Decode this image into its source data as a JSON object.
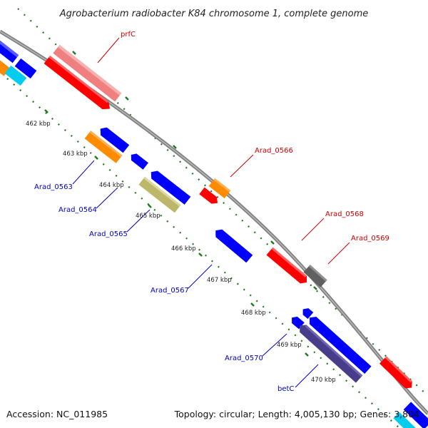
{
  "title": "Agrobacterium radiobacter K84 chromosome 1, complete genome",
  "footer": {
    "accession": "Accession: NC_011985",
    "summary": "Topology: circular; Length: 4,005,130 bp; Genes: 3,804"
  },
  "scale_labels": [
    "462 kbp",
    "463 kbp",
    "464 kbp",
    "465 kbp",
    "466 kbp",
    "467 kbp",
    "468 kbp",
    "469 kbp",
    "470 kbp"
  ],
  "gene_labels": {
    "prfC": "prfC",
    "Arad_0563": "Arad_0563",
    "Arad_0564": "Arad_0564",
    "Arad_0565": "Arad_0565",
    "Arad_0566": "Arad_0566",
    "Arad_0567": "Arad_0567",
    "Arad_0568": "Arad_0568",
    "Arad_0569": "Arad_0569",
    "Arad_0570": "Arad_0570",
    "betC": "betC"
  },
  "colors": {
    "backbone": "#808080",
    "tick": "#1a7a1a",
    "forward_label": "#cc0000",
    "reverse_label": "#0000bb",
    "red": "#ff0000",
    "pink": "#f08080",
    "orange": "#ff8c00",
    "blue": "#0000ff",
    "khaki": "#bdb76b",
    "gray": "#606060",
    "slate": "#483d8b",
    "cyan": "#00ccee"
  }
}
